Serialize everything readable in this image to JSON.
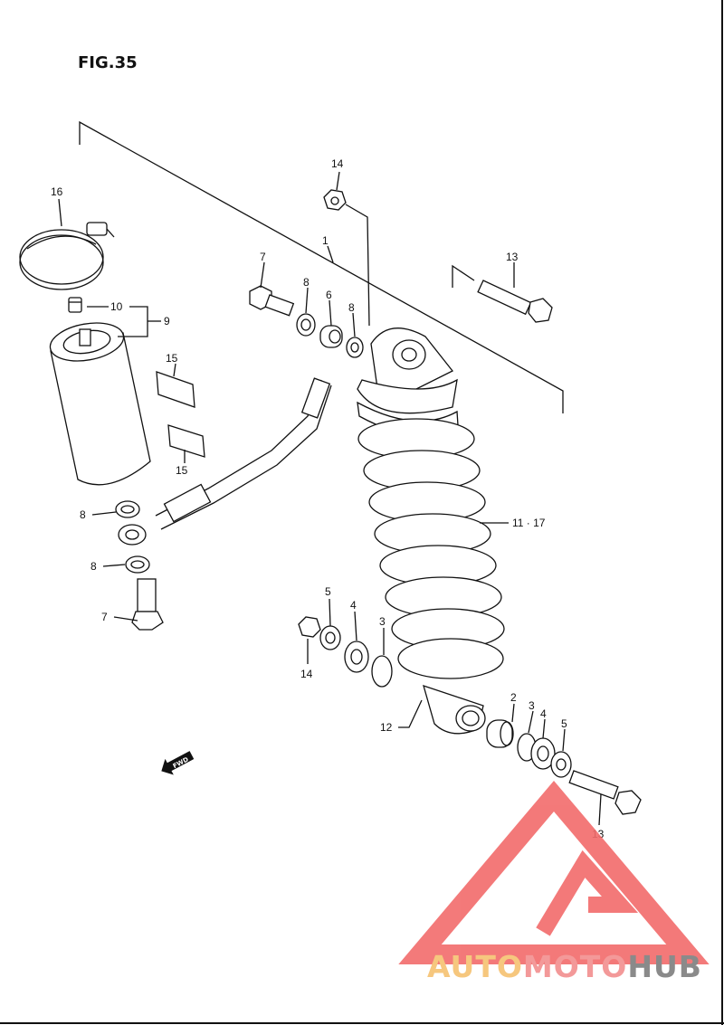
{
  "figure": {
    "title": "FIG.35"
  },
  "callouts": {
    "c1": "1",
    "c2": "2",
    "c3a": "3",
    "c3b": "3",
    "c4a": "4",
    "c4b": "4",
    "c5a": "5",
    "c5b": "5",
    "c6": "6",
    "c7a": "7",
    "c7b": "7",
    "c8a": "8",
    "c8b": "8",
    "c8c": "8",
    "c8d": "8",
    "c9": "9",
    "c10": "10",
    "c11_17": "11 · 17",
    "c12": "12",
    "c13a": "13",
    "c13b": "13",
    "c14a": "14",
    "c14b": "14",
    "c15a": "15",
    "c15b": "15",
    "c16": "16"
  },
  "fwd_arrow": {
    "label": "FWD"
  },
  "watermark": {
    "brand_part1": "AUTO",
    "brand_part2": "MOTO",
    "brand_part3": "HUB",
    "colors": {
      "auto": "#f6c77e",
      "moto": "#f39999",
      "hub": "#8a8a8a",
      "logo": "#f26b6b"
    }
  }
}
